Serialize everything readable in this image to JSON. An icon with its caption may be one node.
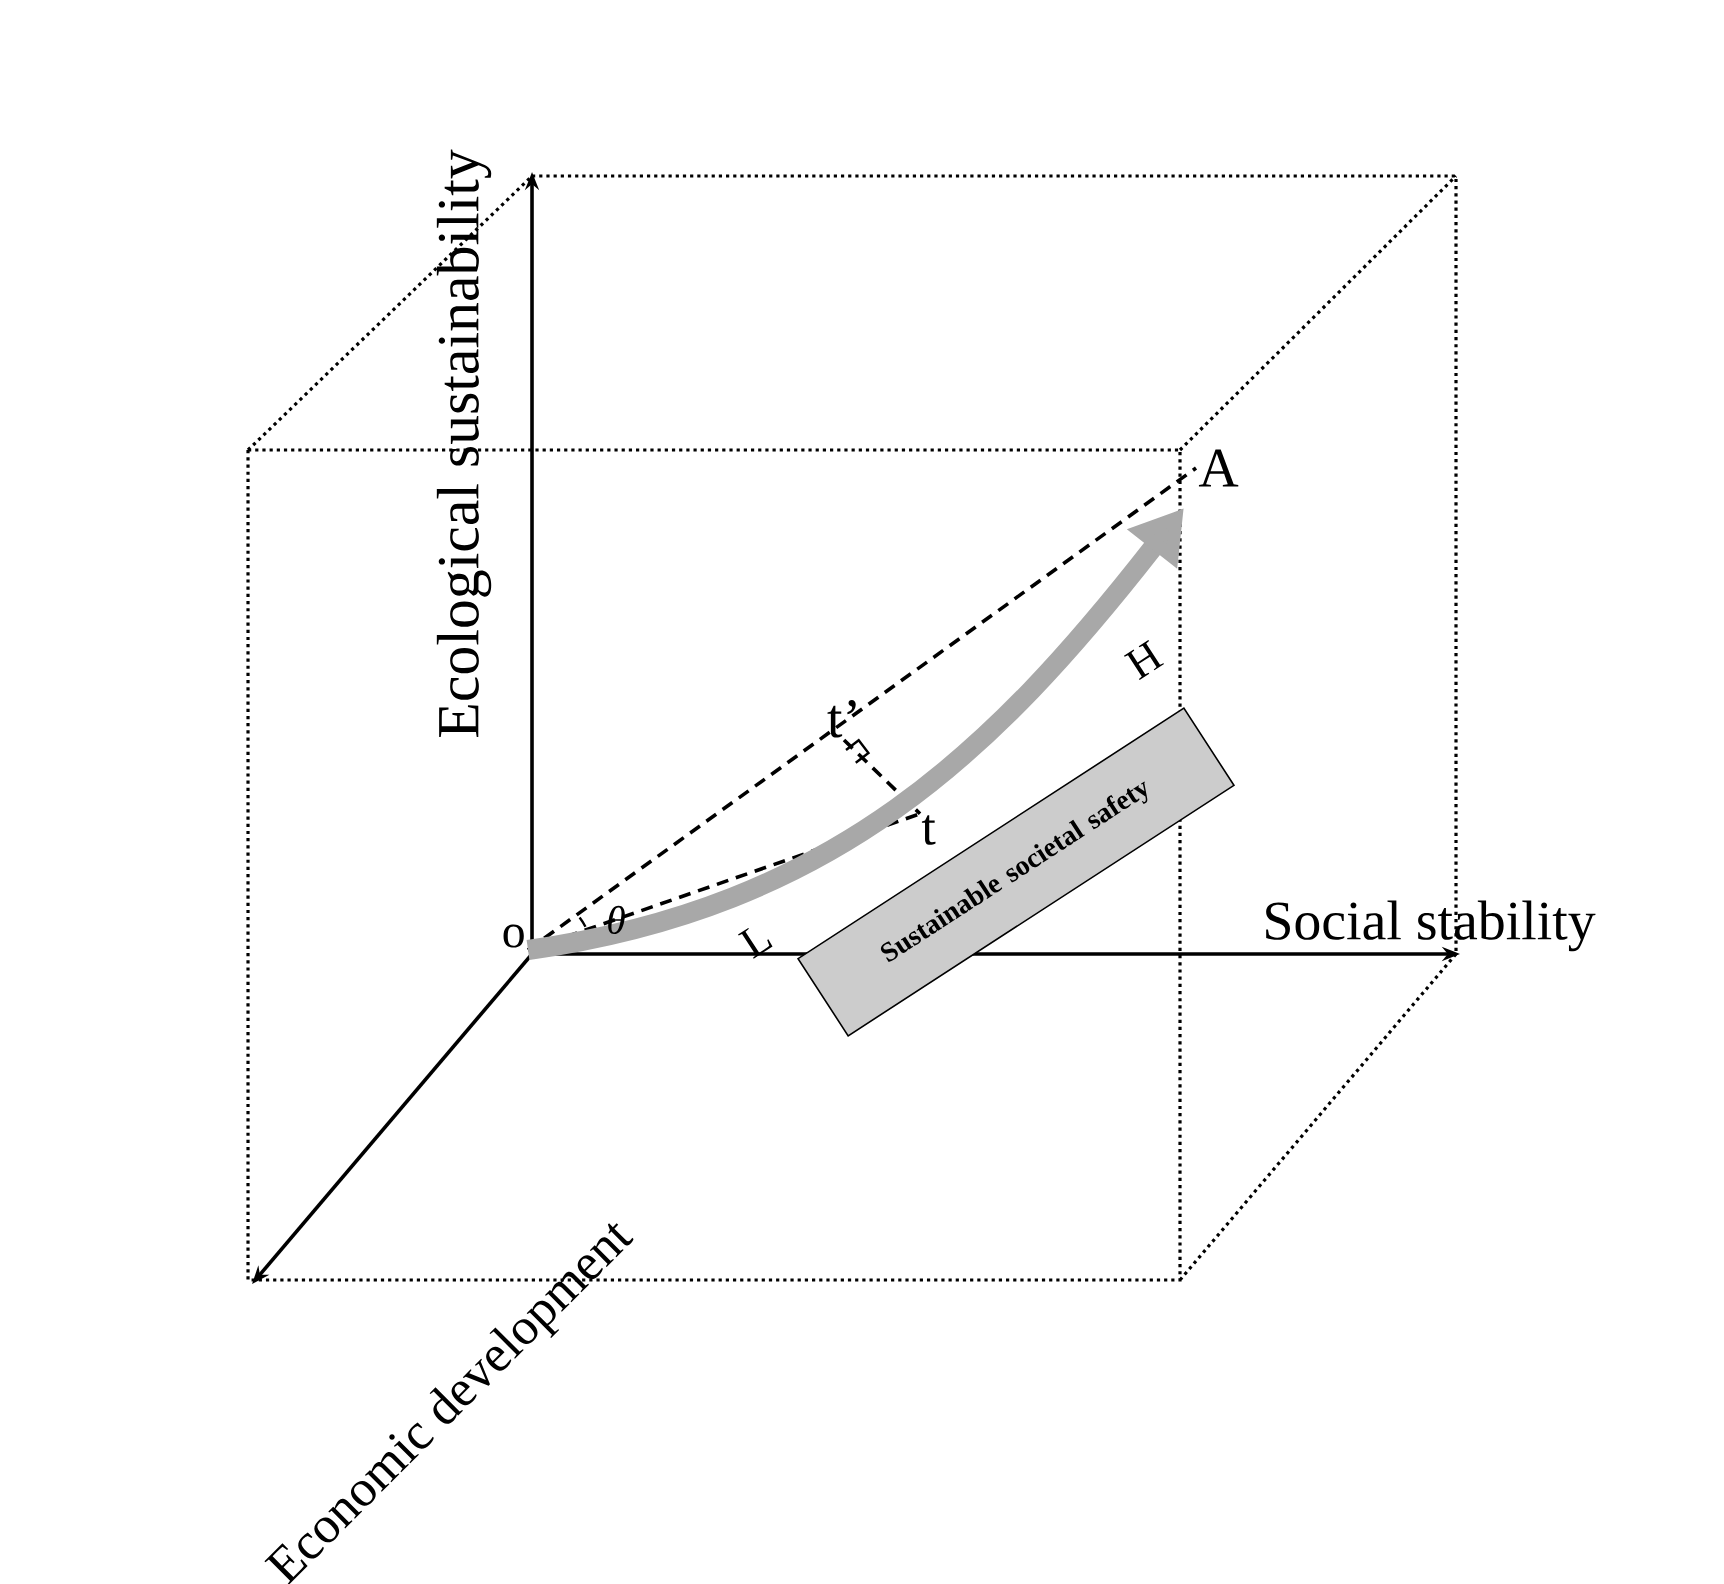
{
  "diagram": {
    "nodes": [
      {
        "text": [
          "o"
        ]
      },
      {
        "text": [
          "A"
        ]
      },
      {
        "text": [
          "t’"
        ]
      },
      {
        "text": [
          "t"
        ]
      },
      {
        "text": [
          "Sustainable societal safety"
        ]
      }
    ],
    "edges": [
      {
        "from": 0,
        "to": 1,
        "arrow": "none",
        "style": "dashed"
      },
      {
        "from": 0,
        "to": 3,
        "arrow": "none",
        "style": "dashed"
      },
      {
        "from": 2,
        "to": 3,
        "arrow": "none",
        "style": "dashed"
      },
      {
        "from": 0,
        "to": 1,
        "arrow": "to",
        "style": "thick",
        "color": "#a8a8a8"
      }
    ],
    "labels": [
      "Ecological sustainability",
      "Social stability",
      "Economic development",
      "θ",
      "L",
      "H"
    ]
  }
}
